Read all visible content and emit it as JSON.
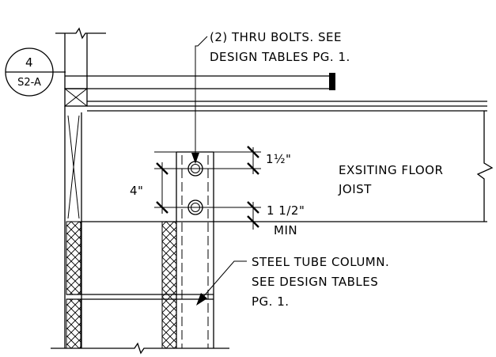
{
  "detail_tag": {
    "number": "4",
    "sheet": "S2-A"
  },
  "notes": {
    "bolts_line1": "(2) THRU BOLTS.  SEE",
    "bolts_line2": "DESIGN TABLES PG. 1.",
    "joist_line1": "EXSITING FLOOR",
    "joist_line2": "JOIST",
    "column_line1": "STEEL TUBE COLUMN.",
    "column_line2": "SEE  DESIGN TABLES",
    "column_line3": "PG. 1."
  },
  "dimensions": {
    "top_edge": "½\"",
    "top_edge_whole": "1",
    "spacing": "4\"",
    "bottom_edge": "1 1/2\"",
    "bottom_edge_sub": "MIN"
  },
  "colors": {
    "line": "#000000",
    "background": "#ffffff"
  }
}
